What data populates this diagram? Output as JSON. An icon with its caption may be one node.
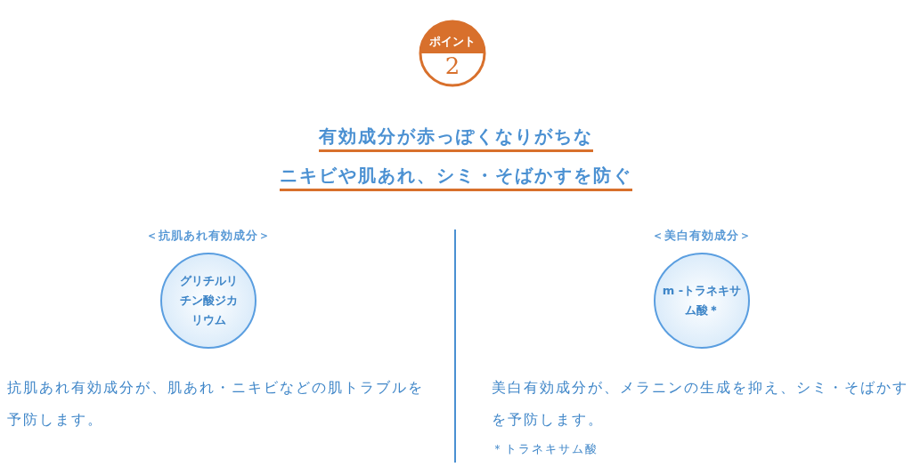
{
  "diagram": {
    "nodes": [
      {
        "text": [
          "ポイント",
          "2"
        ]
      },
      {
        "text": [
          "＜抗肌あれ有効成分＞",
          "グリチルリチン酸ジカリウム"
        ]
      },
      {
        "text": [
          "＜美白有効成分＞",
          "m -トラネキサム酸＊"
        ]
      }
    ],
    "edges": [],
    "labels": [
      "有効成分が赤っぽくなりがちな",
      "ニキビや肌あれ、シミ・そばかすを防ぐ",
      "抗肌あれ有効成分が、肌あれ・ニキビなどの肌トラブルを予防します。",
      "美白有効成分が、メラニンの生成を抑え、シミ・そばかすを予防します。",
      "＊トラネキサム酸"
    ]
  }
}
